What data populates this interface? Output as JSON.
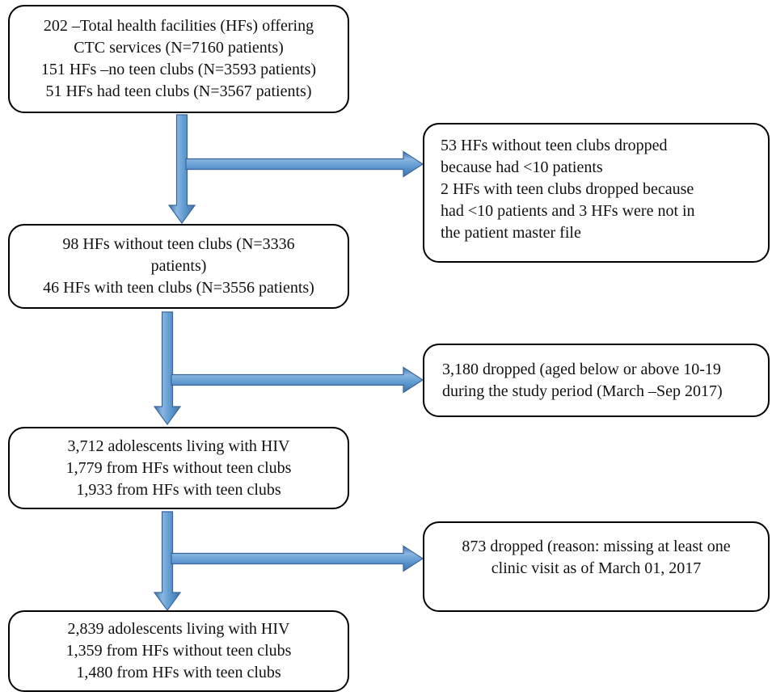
{
  "diagram": {
    "type": "flowchart",
    "description": "Health facility / adolescent HIV cohort selection flow",
    "colors": {
      "arrow_edge": "#3f72a8",
      "arrow_light": "#8ab6e1",
      "arrow_mid": "#5f9ad1",
      "arrow_outline": "#38669c",
      "box_border": "#000000",
      "box_background": "#ffffff",
      "text": "#111111"
    },
    "boxes": {
      "total_facilities": {
        "lines": [
          "202 –Total health facilities (HFs) offering",
          "CTC services (N=7160 patients)",
          "151 HFs –no teen clubs (N=3593 patients)",
          "51 HFs had teen clubs (N=3567 patients)"
        ]
      },
      "dropped_small_facilities": {
        "lines": [
          "53 HFs without teen clubs dropped",
          "because had <10 patients",
          "2 HFs with teen clubs dropped because",
          "had <10 patients and 3 HFs were not in",
          "the patient master file"
        ]
      },
      "facilities_after_exclusion": {
        "lines": [
          "98 HFs without teen clubs (N=3336",
          "patients)",
          "46 HFs with teen clubs (N=3556 patients)"
        ]
      },
      "dropped_age": {
        "lines": [
          "3,180 dropped (aged below or above 10-19",
          "during the study period (March –Sep 2017)"
        ]
      },
      "adolescents_with_hiv": {
        "lines": [
          "3,712 adolescents living with HIV",
          "1,779 from HFs without teen clubs",
          "1,933 from HFs with teen clubs"
        ]
      },
      "dropped_missing_visit": {
        "lines": [
          "873 dropped (reason: missing at least one",
          "clinic visit as of March 01, 2017"
        ]
      },
      "final_sample": {
        "lines": [
          "2,839 adolescents living with HIV",
          "1,359 from HFs without teen clubs",
          "1,480 from HFs with teen clubs"
        ]
      }
    }
  }
}
